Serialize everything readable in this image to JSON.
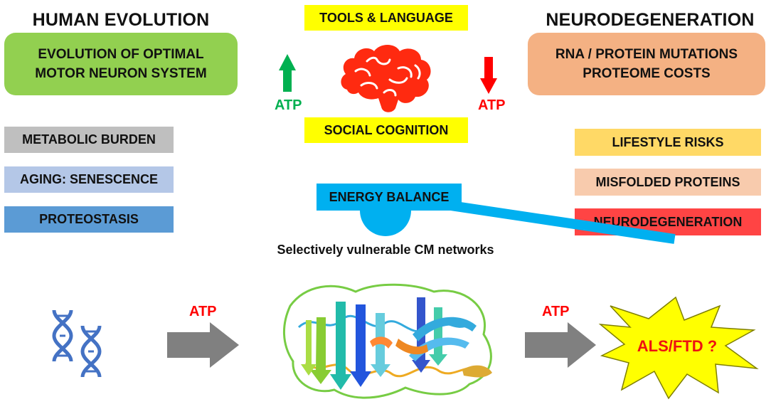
{
  "left": {
    "heading": "HUMAN EVOLUTION",
    "green_box": [
      "EVOLUTION OF OPTIMAL",
      "MOTOR NEURON SYSTEM"
    ],
    "factors": [
      {
        "label": "METABOLIC BURDEN",
        "color": "#bfbfbf"
      },
      {
        "label": "AGING: SENESCENCE",
        "color": "#b4c7e7"
      },
      {
        "label": "PROTEOSTASIS",
        "color": "#5b9bd5"
      }
    ]
  },
  "center": {
    "top_label": "TOOLS & LANGUAGE",
    "bottom_label": "SOCIAL COGNITION",
    "atp_up": "ATP",
    "atp_down": "ATP",
    "balance_label": "ENERGY BALANCE",
    "caption": "Selectively vulnerable CM networks"
  },
  "right": {
    "heading": "NEURODEGENERATION",
    "orange_box": [
      "RNA / PROTEIN MUTATIONS",
      "PROTEOME COSTS"
    ],
    "factors": [
      {
        "label": "LIFESTYLE RISKS",
        "color": "#ffd966"
      },
      {
        "label": "MISFOLDED PROTEINS",
        "color": "#f8cbad"
      },
      {
        "label": "NEURODEGENERATION",
        "color": "#ff4444"
      }
    ]
  },
  "bottom": {
    "atp_1": "ATP",
    "atp_2": "ATP",
    "outcome": "ALS/FTD ?"
  },
  "colors": {
    "green_box": "#92d050",
    "orange_box": "#f4b183",
    "yellow_label": "#ffff00",
    "seesaw": "#00b0f0",
    "atp_green": "#00b050",
    "atp_red": "#ff0000",
    "flow_arrow": "#808080",
    "dna": "#4472c4",
    "brain": "#ff2a10",
    "burst": "#ffff00"
  }
}
